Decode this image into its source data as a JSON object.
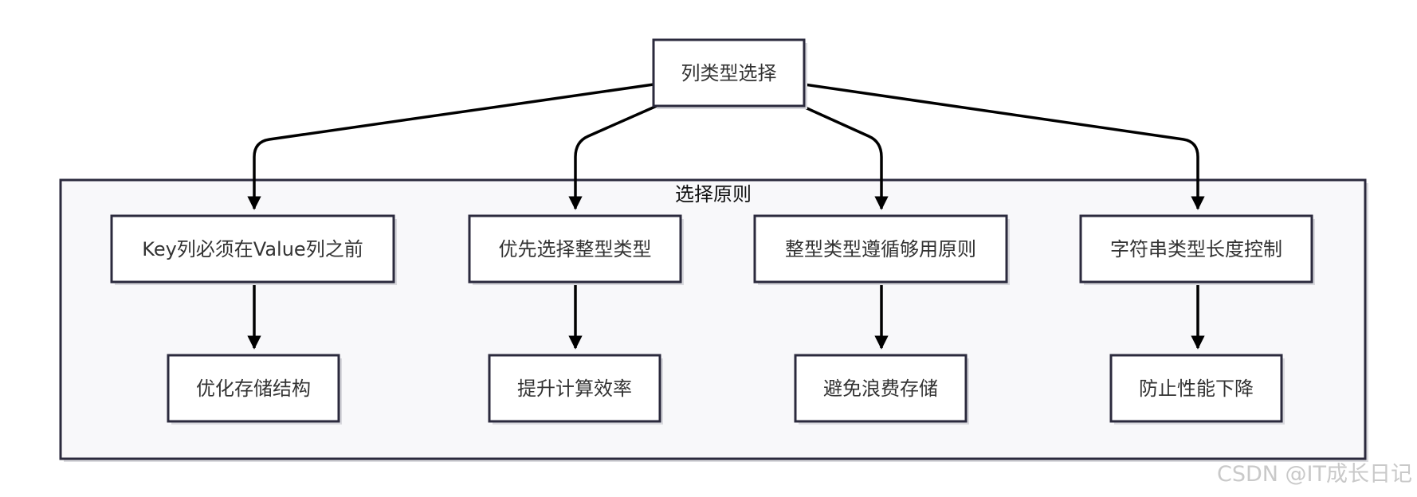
{
  "root": {
    "label": "列类型选择"
  },
  "cluster": {
    "title": "选择原则"
  },
  "principles": [
    {
      "label": "Key列必须在Value列之前",
      "outcome": "优化存储结构"
    },
    {
      "label": "优先选择整型类型",
      "outcome": "提升计算效率"
    },
    {
      "label": "整型类型遵循够用原则",
      "outcome": "避免浪费存储"
    },
    {
      "label": "字符串类型长度控制",
      "outcome": "防止性能下降"
    }
  ],
  "watermark": "CSDN @IT成长日记"
}
